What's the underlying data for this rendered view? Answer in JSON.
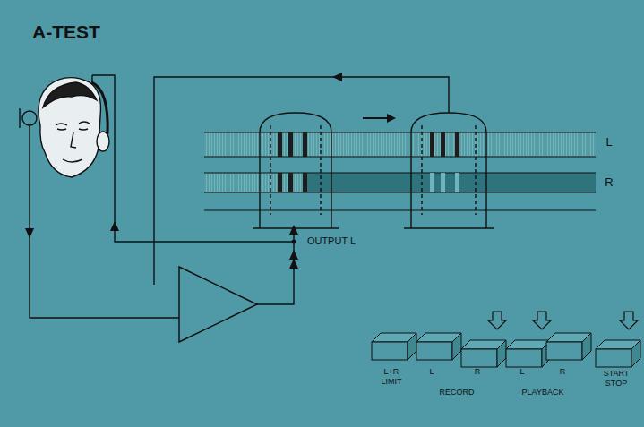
{
  "diagram": {
    "title": "A-TEST",
    "labels": [
      "L",
      "R",
      "OUTPUT L",
      "L+R LIMIT",
      "L",
      "R",
      "RECORD",
      "L",
      "R",
      "PLAYBACK",
      "START STOP"
    ]
  }
}
